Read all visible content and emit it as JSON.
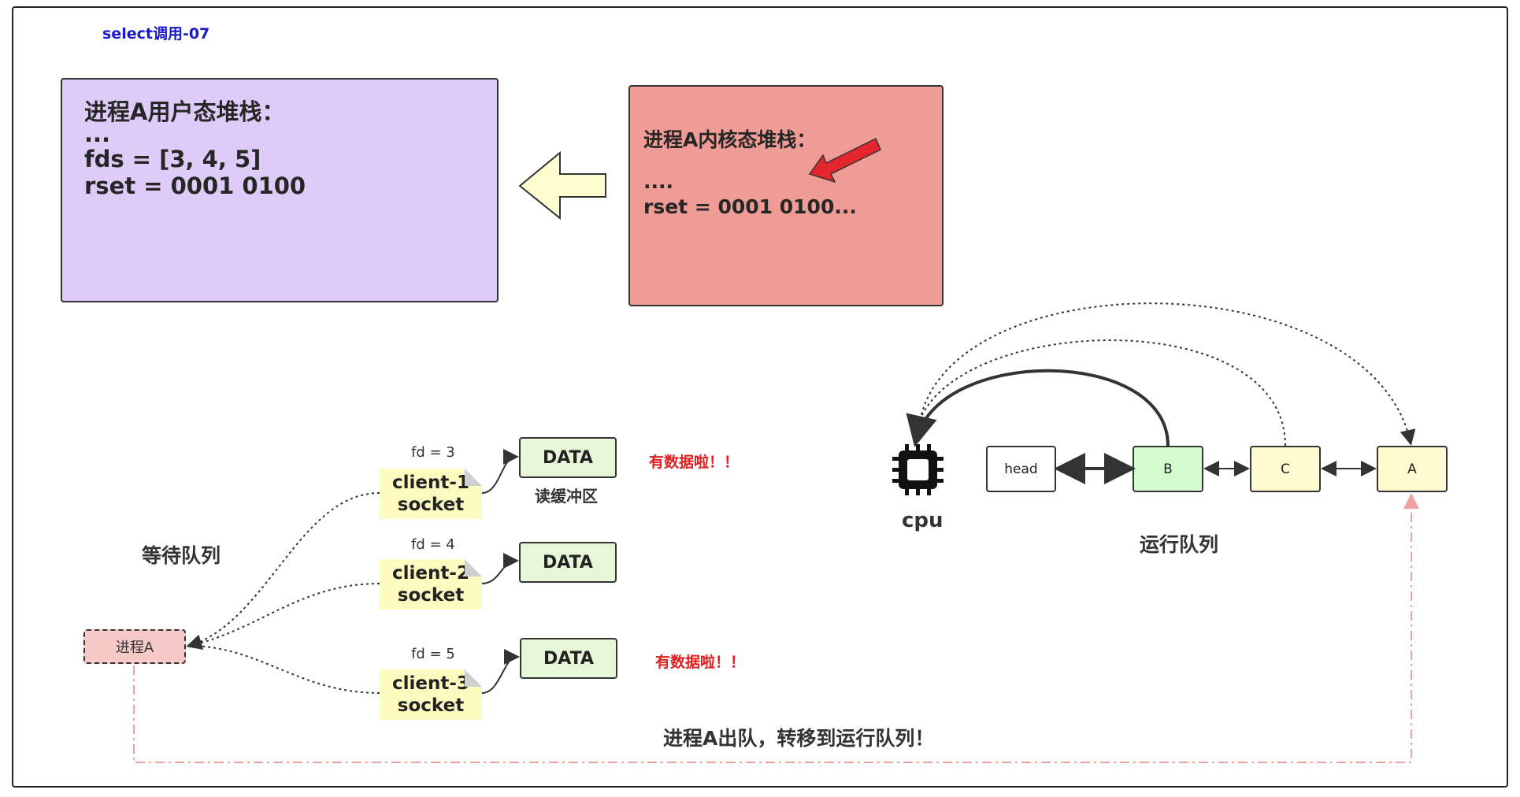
{
  "title": "select调用-07",
  "user_stack": {
    "lines": [
      "进程A用户态堆栈：",
      "...",
      "fds = [3, 4, 5]",
      "rset = 0001 0100"
    ]
  },
  "kernel_stack": {
    "lines": [
      "进程A内核态堆栈：",
      "....",
      "rset = 0001 0100..."
    ]
  },
  "wait_queue": {
    "label": "等待队列",
    "process_label": "进程A",
    "sockets": [
      {
        "fd": "fd = 3",
        "line1": "client-1",
        "line2": "socket",
        "data": "DATA",
        "note": "有数据啦！！"
      },
      {
        "fd": "fd = 4",
        "line1": "client-2",
        "line2": "socket",
        "data": "DATA",
        "note": ""
      },
      {
        "fd": "fd = 5",
        "line1": "client-3",
        "line2": "socket",
        "data": "DATA",
        "note": "有数据啦！！"
      }
    ],
    "buffer_label": "读缓冲区"
  },
  "run_queue": {
    "cpu_label": "cpu",
    "label": "运行队列",
    "nodes": [
      "head",
      "B",
      "C",
      "A"
    ]
  },
  "dequeue_note": "进程A出队，转移到运行队列！",
  "colors": {
    "user_stack": "#decbf7",
    "kernel_stack": "#f09c96",
    "data_box": "#e6f7d7",
    "socket": "#fdfbbf",
    "node_b": "#d4fad0",
    "node_c": "#fdfbcf",
    "node_a": "#fdfbcf",
    "red_arrow": "#e3262d",
    "pink_line": "#f0a0a0"
  },
  "icons": [
    "chip-icon",
    "left-arrow-icon",
    "red-arrow-icon"
  ]
}
